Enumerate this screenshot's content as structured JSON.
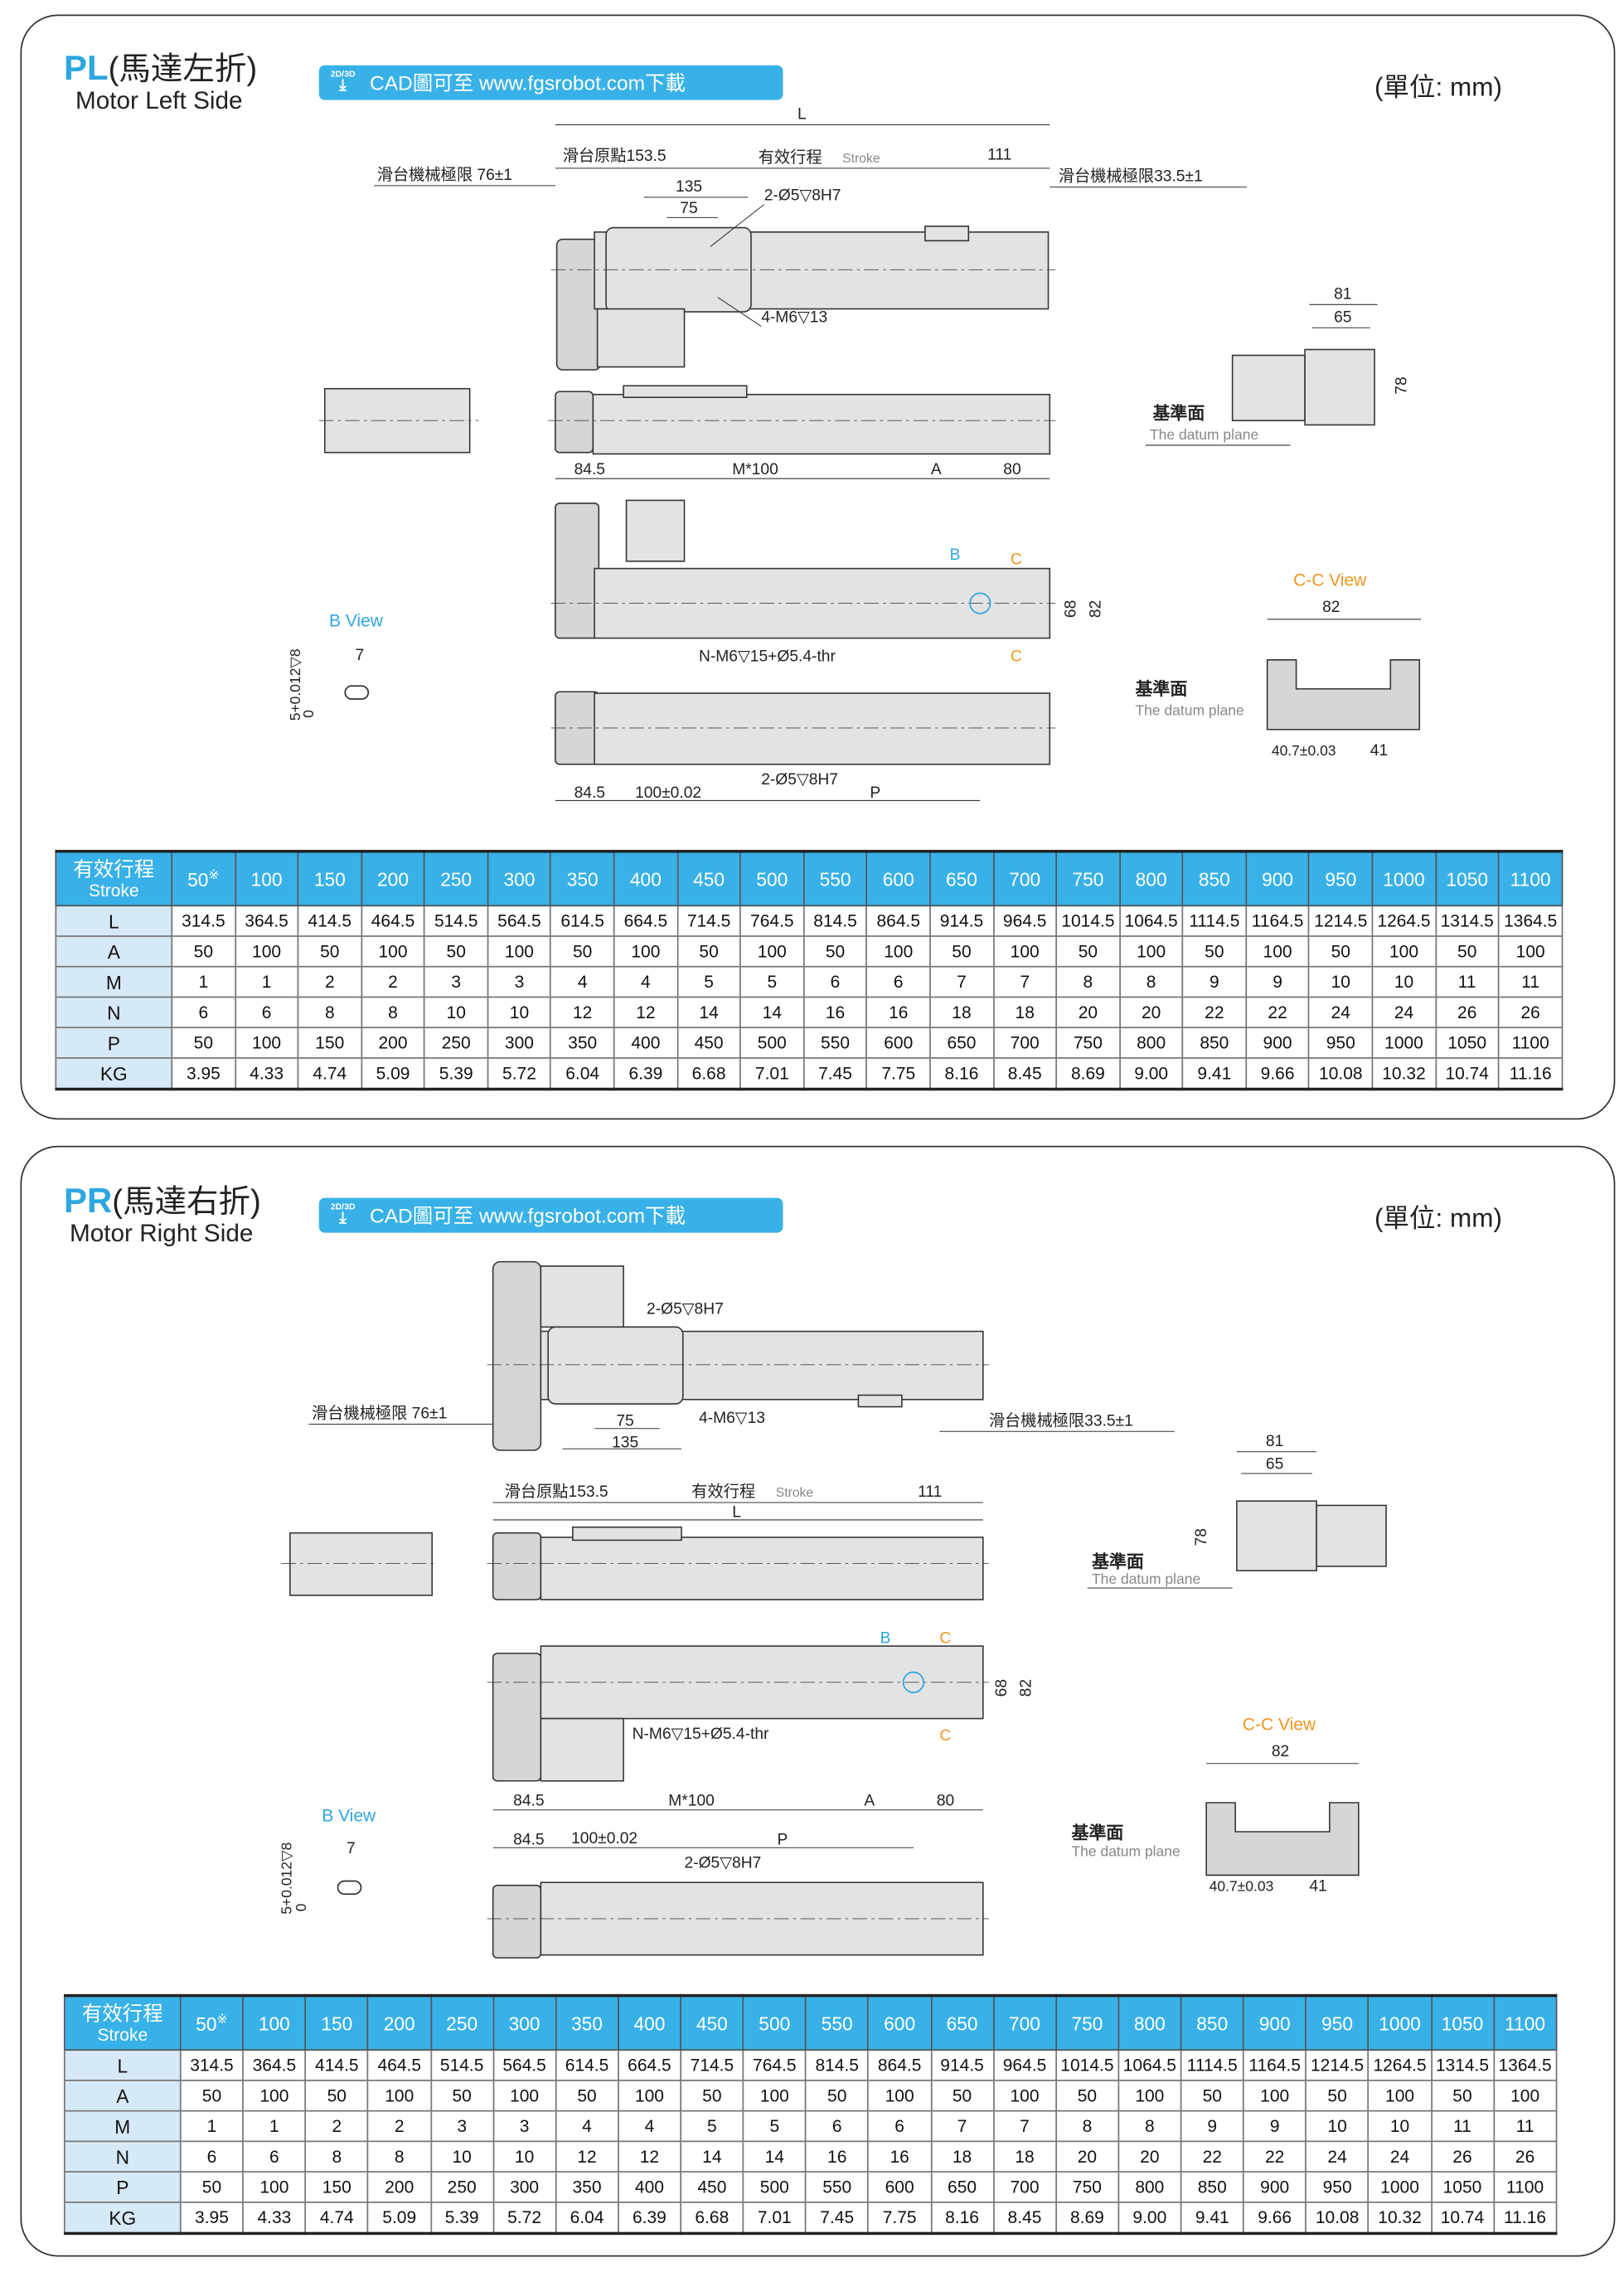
{
  "panels": [
    {
      "code": "PL",
      "title_cn": "(馬達左折)",
      "title_en": "Motor Left Side",
      "banner_icon": "2D/3D",
      "banner_text": "CAD圖可至 www.fgsrobot.com下載",
      "unit": "(單位: mm)",
      "labels": {
        "L": "L",
        "origin": "滑台原點153.5",
        "stroke_cn": "有效行程",
        "stroke_en": "Stroke",
        "d111": "111",
        "limit_left": "滑台機械極限 76±1",
        "limit_right": "滑台機械極限33.5±1",
        "d135": "135",
        "d75": "75",
        "pin_hole": "2-Ø5▽8H7",
        "tap_hole": "4-M6▽13",
        "d81": "81",
        "d65": "65",
        "d78": "78",
        "datum_cn": "基準面",
        "datum_en": "The datum plane",
        "d84_5": "84.5",
        "m100": "M*100",
        "A": "A",
        "d80": "80",
        "B": "B",
        "C": "C",
        "d68": "68",
        "d82": "82",
        "n_hole": "N-M6▽15+Ø5.4-thr",
        "b_view": "B View",
        "d7": "7",
        "tol": "5+0.012▽8",
        "zero": "0",
        "cc_view": "C-C View",
        "cc82": "82",
        "d40_7": "40.7±0.03",
        "d41": "41",
        "d100": "100±0.02",
        "P": "P"
      }
    },
    {
      "code": "PR",
      "title_cn": "(馬達右折)",
      "title_en": "Motor Right Side",
      "banner_icon": "2D/3D",
      "banner_text": "CAD圖可至 www.fgsrobot.com下載",
      "unit": "(單位: mm)",
      "labels": {
        "L": "L",
        "origin": "滑台原點153.5",
        "stroke_cn": "有效行程",
        "stroke_en": "Stroke",
        "d111": "111",
        "limit_left": "滑台機械極限 76±1",
        "limit_right": "滑台機械極限33.5±1",
        "d135": "135",
        "d75": "75",
        "pin_hole": "2-Ø5▽8H7",
        "tap_hole": "4-M6▽13",
        "d81": "81",
        "d65": "65",
        "d78": "78",
        "datum_cn": "基準面",
        "datum_en": "The datum plane",
        "d84_5": "84.5",
        "m100": "M*100",
        "A": "A",
        "d80": "80",
        "B": "B",
        "C": "C",
        "d68": "68",
        "d82": "82",
        "n_hole": "N-M6▽15+Ø5.4-thr",
        "b_view": "B View",
        "d7": "7",
        "tol": "5+0.012▽8",
        "zero": "0",
        "cc_view": "C-C View",
        "cc82": "82",
        "d40_7": "40.7±0.03",
        "d41": "41",
        "d100": "100±0.02",
        "P": "P"
      }
    }
  ],
  "table": {
    "header_cn": "有效行程",
    "header_en": "Stroke",
    "note_mark": "※",
    "strokes": [
      "50",
      "100",
      "150",
      "200",
      "250",
      "300",
      "350",
      "400",
      "450",
      "500",
      "550",
      "600",
      "650",
      "700",
      "750",
      "800",
      "850",
      "900",
      "950",
      "1000",
      "1050",
      "1100"
    ],
    "rows": [
      {
        "label": "L",
        "values": [
          "314.5",
          "364.5",
          "414.5",
          "464.5",
          "514.5",
          "564.5",
          "614.5",
          "664.5",
          "714.5",
          "764.5",
          "814.5",
          "864.5",
          "914.5",
          "964.5",
          "1014.5",
          "1064.5",
          "1114.5",
          "1164.5",
          "1214.5",
          "1264.5",
          "1314.5",
          "1364.5"
        ]
      },
      {
        "label": "A",
        "values": [
          "50",
          "100",
          "50",
          "100",
          "50",
          "100",
          "50",
          "100",
          "50",
          "100",
          "50",
          "100",
          "50",
          "100",
          "50",
          "100",
          "50",
          "100",
          "50",
          "100",
          "50",
          "100"
        ]
      },
      {
        "label": "M",
        "values": [
          "1",
          "1",
          "2",
          "2",
          "3",
          "3",
          "4",
          "4",
          "5",
          "5",
          "6",
          "6",
          "7",
          "7",
          "8",
          "8",
          "9",
          "9",
          "10",
          "10",
          "11",
          "11"
        ]
      },
      {
        "label": "N",
        "values": [
          "6",
          "6",
          "8",
          "8",
          "10",
          "10",
          "12",
          "12",
          "14",
          "14",
          "16",
          "16",
          "18",
          "18",
          "20",
          "20",
          "22",
          "22",
          "24",
          "24",
          "26",
          "26"
        ]
      },
      {
        "label": "P",
        "values": [
          "50",
          "100",
          "150",
          "200",
          "250",
          "300",
          "350",
          "400",
          "450",
          "500",
          "550",
          "600",
          "650",
          "700",
          "750",
          "800",
          "850",
          "900",
          "950",
          "1000",
          "1050",
          "1100"
        ]
      },
      {
        "label": "KG",
        "values": [
          "3.95",
          "4.33",
          "4.74",
          "5.09",
          "5.39",
          "5.72",
          "6.04",
          "6.39",
          "6.68",
          "7.01",
          "7.45",
          "7.75",
          "8.16",
          "8.45",
          "8.69",
          "9.00",
          "9.41",
          "9.66",
          "10.08",
          "10.32",
          "10.74",
          "11.16"
        ]
      }
    ]
  },
  "colors": {
    "accent": "#38b1e8",
    "orange": "#f0961e",
    "row_header": "#d6e9f7"
  }
}
